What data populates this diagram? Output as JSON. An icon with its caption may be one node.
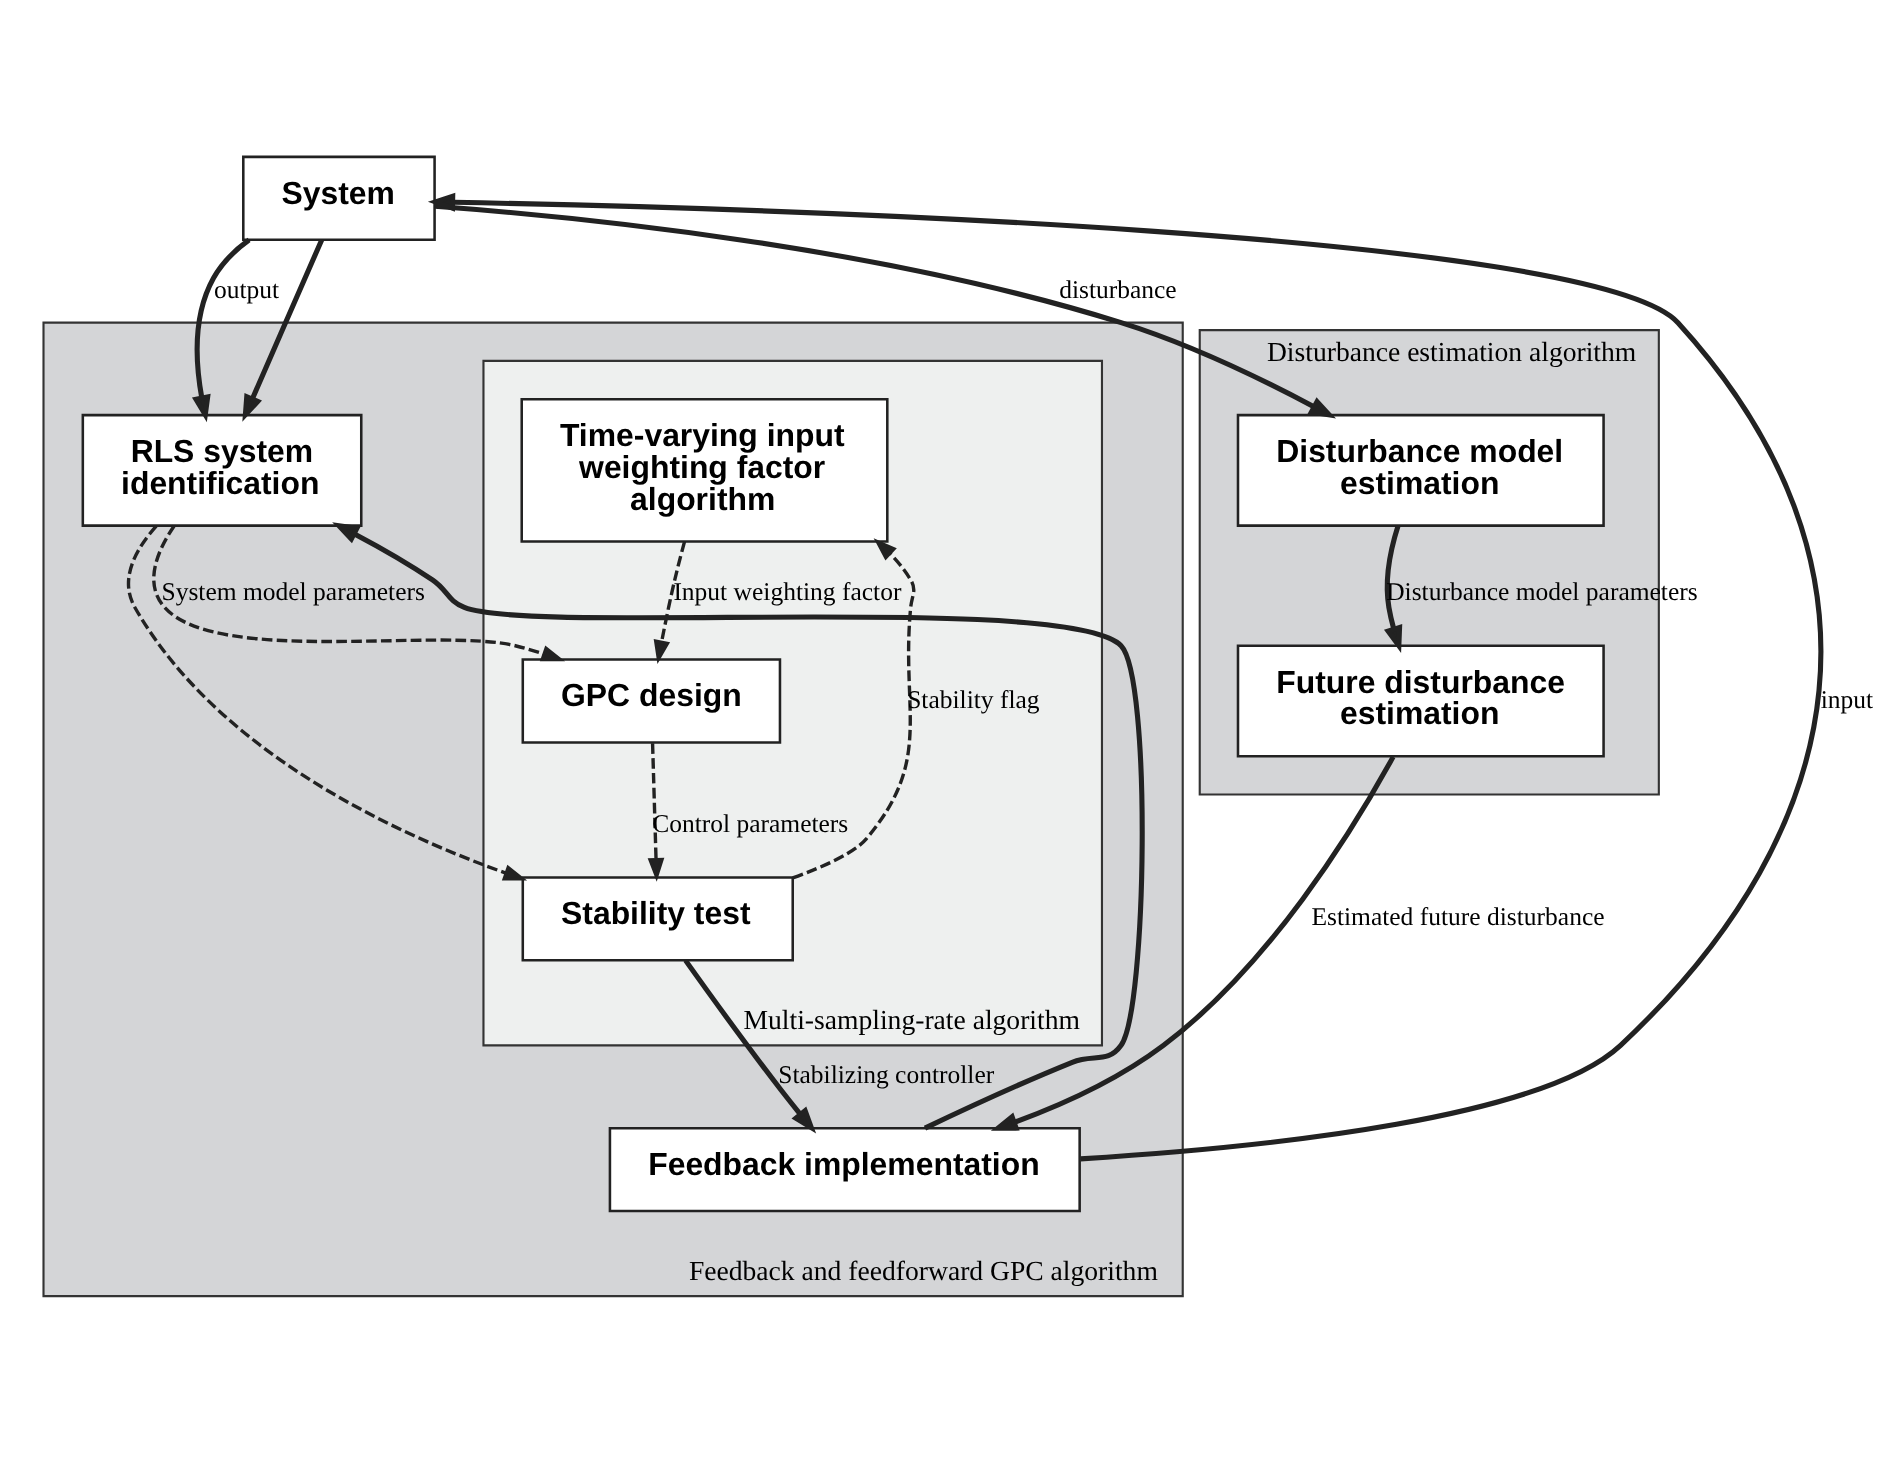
{
  "diagram": {
    "nodes": [
      {
        "text": [
          "System"
        ]
      },
      {
        "text": [
          "Feedback and feedforward GPC algorithm"
        ]
      },
      {
        "text": [
          "RLS system identification"
        ],
        "in": 1
      },
      {
        "text": [
          "Multi-sampling-rate algorithm"
        ],
        "in": 1
      },
      {
        "text": [
          "GPC design"
        ],
        "in": 3
      },
      {
        "text": [
          "Time-varying input weighting factor algorithm"
        ],
        "in": 3
      },
      {
        "text": [
          "Stability test"
        ],
        "in": 3
      },
      {
        "text": [
          "Feedback implementation"
        ],
        "in": 1
      },
      {
        "text": [
          "Disturbance estimation algorithm"
        ]
      },
      {
        "text": [
          "Disturbance model estimation"
        ],
        "in": 8
      },
      {
        "text": [
          "Future disturbance estimation"
        ],
        "in": 8
      }
    ],
    "edges": [
      {
        "from": 7,
        "to": 0,
        "arrow": "to",
        "label": "input"
      },
      {
        "from": 7,
        "to": 2,
        "arrow": "to"
      },
      {
        "from": 0,
        "to": 2,
        "arrow": "to",
        "label": "output"
      },
      {
        "from": 0,
        "to": 9,
        "arrow": "to",
        "label": "disturbance"
      },
      {
        "from": 0,
        "to": 2,
        "arrow": "to"
      },
      {
        "from": 2,
        "to": 4,
        "arrow": "to",
        "label": "System model parameters",
        "style": "dashed"
      },
      {
        "from": 2,
        "to": 6,
        "arrow": "to",
        "style": "dashed"
      },
      {
        "from": 5,
        "to": 4,
        "arrow": "to",
        "label": "Input weighting factor",
        "style": "dashed"
      },
      {
        "from": 4,
        "to": 6,
        "arrow": "to",
        "label": "Control parameters",
        "style": "dashed"
      },
      {
        "from": 6,
        "to": 5,
        "arrow": "to",
        "label": "Stability flag",
        "style": "dashed"
      },
      {
        "from": 6,
        "to": 7,
        "arrow": "to",
        "label": "Stabilizing controller"
      },
      {
        "from": 9,
        "to": 10,
        "arrow": "to",
        "label": "Disturbance model parameters"
      },
      {
        "from": 10,
        "to": 7,
        "arrow": "to",
        "label": "Estimated future disturbance"
      }
    ]
  }
}
